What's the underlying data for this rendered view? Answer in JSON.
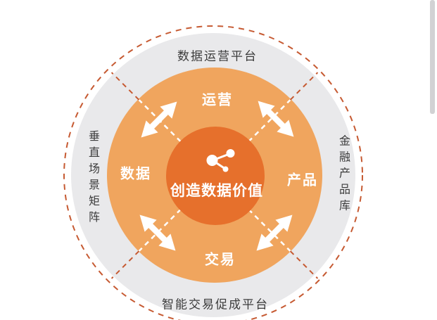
{
  "diagram": {
    "center": {
      "title": "创造数据价值",
      "icon": "share-network-icon"
    },
    "quadrants": [
      {
        "label": "运营",
        "position": "top"
      },
      {
        "label": "产品",
        "position": "right"
      },
      {
        "label": "交易",
        "position": "bottom"
      },
      {
        "label": "数据",
        "position": "left"
      }
    ],
    "outer_labels": [
      {
        "label": "数据运营平台",
        "position": "top"
      },
      {
        "label": "金融产品库",
        "position": "right"
      },
      {
        "label": "智能交易促成平台",
        "position": "bottom"
      },
      {
        "label": "垂直场景矩阵",
        "position": "left"
      }
    ],
    "colors": {
      "outer_disc": "#e9e9eb",
      "ring": "#f0a55e",
      "center_circle": "#e6702c",
      "dashed_stroke": "#c65a32",
      "label_text": "#3c3c3c",
      "arrow": "#ffffff"
    }
  },
  "scrollbar": {
    "color": "#d2d2d4"
  }
}
